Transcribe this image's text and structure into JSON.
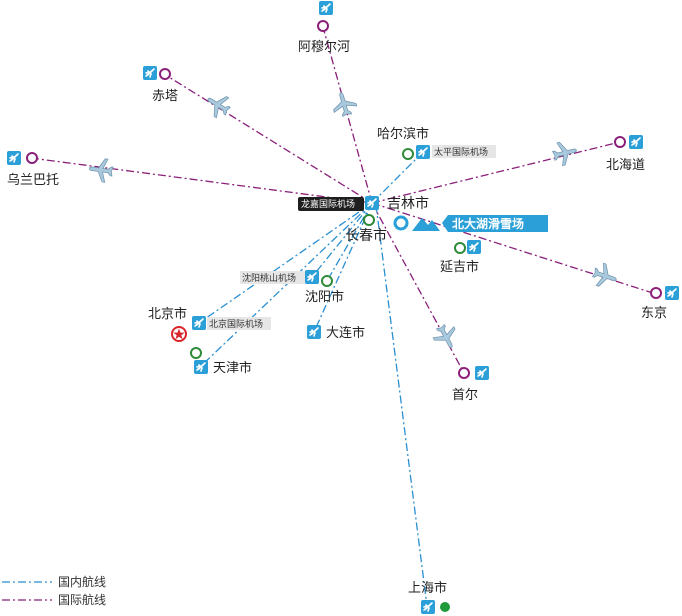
{
  "colors": {
    "domestic": "#2a8fd0",
    "international": "#8a1f7a",
    "airport_icon": "#2a9fd8",
    "city_ring": "#2e8b3a",
    "intl_ring": "#8a1f7a",
    "resort_bg": "#2a9fd8",
    "capital_star": "#d9262c",
    "shanghai_dot": "#1e9a3a"
  },
  "hub": {
    "city": "吉林市",
    "airport": "龙嘉国际机场"
  },
  "resort": {
    "label": "北大湖滑雪场",
    "icon": "mountain-icon"
  },
  "cities": {
    "arxan": "阿穆尔河",
    "chita": "赤塔",
    "ulaanbaatar": "乌兰巴托",
    "harbin": "哈尔滨市",
    "harbin_airport": "太平国际机场",
    "hokkaido": "北海道",
    "changchun": "长春市",
    "yanji": "延吉市",
    "tokyo": "东京",
    "shenyang": "沈阳市",
    "shenyang_airport": "沈阳桃山机场",
    "beijing": "北京市",
    "beijing_airport": "北京国际机场",
    "dalian": "大连市",
    "tianjin": "天津市",
    "seoul": "首尔",
    "shanghai": "上海市"
  },
  "legend": {
    "domestic": "国内航线",
    "international": "国际航线"
  },
  "icons": {
    "airport": "airport-icon",
    "airplane": "airplane-icon",
    "capital": "capital-star-icon"
  }
}
